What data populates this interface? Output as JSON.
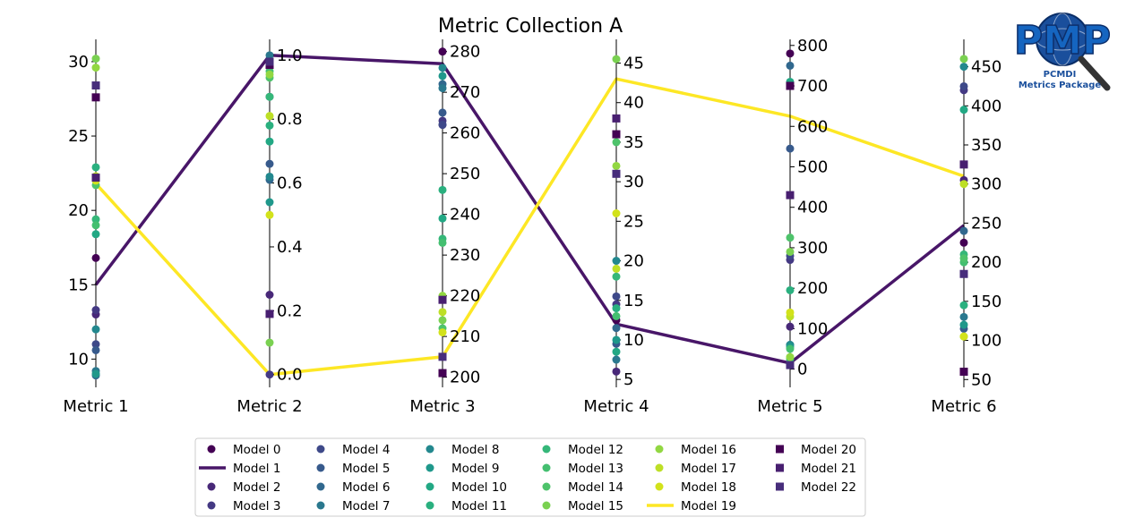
{
  "chart_data": {
    "type": "parallel-coordinates",
    "title": "Metric Collection A",
    "axes": [
      {
        "name": "Metric 1",
        "range": [
          8.1,
          31.5
        ],
        "ticks": [
          10,
          15,
          20,
          25,
          30
        ],
        "tick_labels": [
          "10",
          "15",
          "20",
          "25",
          "30"
        ],
        "side": "left"
      },
      {
        "name": "Metric 2",
        "range": [
          -0.04,
          1.05
        ],
        "ticks": [
          0.0,
          0.2,
          0.4,
          0.6,
          0.8,
          1.0
        ],
        "tick_labels": [
          "0.0",
          "0.2",
          "0.4",
          "0.6",
          "0.8",
          "1.0"
        ],
        "side": "right"
      },
      {
        "name": "Metric 3",
        "range": [
          197.5,
          283
        ],
        "ticks": [
          200,
          210,
          220,
          230,
          240,
          250,
          260,
          270,
          280
        ],
        "tick_labels": [
          "200",
          "210",
          "220",
          "230",
          "240",
          "250",
          "260",
          "270",
          "280"
        ],
        "side": "right"
      },
      {
        "name": "Metric 4",
        "range": [
          4,
          48
        ],
        "ticks": [
          5,
          10,
          15,
          20,
          25,
          30,
          35,
          40,
          45
        ],
        "tick_labels": [
          "5",
          "10",
          "15",
          "20",
          "25",
          "30",
          "35",
          "40",
          "45"
        ],
        "side": "right"
      },
      {
        "name": "Metric 5",
        "range": [
          -45,
          815
        ],
        "ticks": [
          0,
          100,
          200,
          300,
          400,
          500,
          600,
          700,
          800
        ],
        "tick_labels": [
          "0",
          "100",
          "200",
          "300",
          "400",
          "500",
          "600",
          "700",
          "800"
        ],
        "side": "right"
      },
      {
        "name": "Metric 6",
        "range": [
          40,
          485
        ],
        "ticks": [
          50,
          100,
          150,
          200,
          250,
          300,
          350,
          400,
          450
        ],
        "tick_labels": [
          "50",
          "100",
          "150",
          "200",
          "250",
          "300",
          "350",
          "400",
          "450"
        ],
        "side": "right"
      }
    ],
    "series": [
      {
        "name": "Model 0",
        "marker": "circle",
        "color": "#440154",
        "values": [
          16.8,
          0.98,
          280,
          12.5,
          780,
          225
        ]
      },
      {
        "name": "Model 1",
        "marker": "line",
        "color": "#481668",
        "values": [
          15.0,
          1.0,
          277,
          12.0,
          15,
          247
        ]
      },
      {
        "name": "Model 2",
        "marker": "circle",
        "color": "#482878",
        "values": [
          13.0,
          0.25,
          262,
          6.0,
          105,
          305
        ]
      },
      {
        "name": "Model 3",
        "marker": "circle",
        "color": "#443983",
        "values": [
          13.3,
          0.0,
          263,
          14.5,
          270,
          420
        ]
      },
      {
        "name": "Model 4",
        "marker": "circle",
        "color": "#3e4989",
        "values": [
          11.0,
          0.87,
          262,
          15.5,
          280,
          425
        ]
      },
      {
        "name": "Model 5",
        "marker": "circle",
        "color": "#375a8c",
        "values": [
          10.6,
          0.66,
          265,
          9.5,
          545,
          115
        ]
      },
      {
        "name": "Model 6",
        "marker": "circle",
        "color": "#31688e",
        "values": [
          8.9,
          0.61,
          272,
          11.5,
          750,
          240
        ]
      },
      {
        "name": "Model 7",
        "marker": "circle",
        "color": "#2a788e",
        "values": [
          9.2,
          1.0,
          271,
          7.5,
          60,
          130
        ]
      },
      {
        "name": "Model 8",
        "marker": "circle",
        "color": "#23888e",
        "values": [
          12.0,
          0.62,
          276,
          20.0,
          60,
          450
        ]
      },
      {
        "name": "Model 9",
        "marker": "circle",
        "color": "#1f988b",
        "values": [
          9.0,
          0.54,
          274,
          10.0,
          55,
          120
        ]
      },
      {
        "name": "Model 10",
        "marker": "circle",
        "color": "#22a884",
        "values": [
          18.4,
          0.73,
          239,
          8.5,
          710,
          395
        ]
      },
      {
        "name": "Model 11",
        "marker": "circle",
        "color": "#2ab07f",
        "values": [
          22.9,
          0.78,
          246,
          14.0,
          195,
          145
        ]
      },
      {
        "name": "Model 12",
        "marker": "circle",
        "color": "#35b779",
        "values": [
          19.4,
          0.87,
          234,
          18.0,
          25,
          210
        ]
      },
      {
        "name": "Model 13",
        "marker": "circle",
        "color": "#44bf70",
        "values": [
          19.0,
          0.95,
          233,
          13.0,
          50,
          200
        ]
      },
      {
        "name": "Model 14",
        "marker": "circle",
        "color": "#4ec36b",
        "values": [
          21.7,
          0.93,
          212,
          35.0,
          325,
          205
        ]
      },
      {
        "name": "Model 15",
        "marker": "circle",
        "color": "#7ad151",
        "values": [
          30.2,
          0.1,
          214,
          45.5,
          290,
          460
        ]
      },
      {
        "name": "Model 16",
        "marker": "circle",
        "color": "#92d742",
        "values": [
          29.6,
          0.94,
          220,
          32.0,
          30,
          105
        ]
      },
      {
        "name": "Model 17",
        "marker": "circle",
        "color": "#bddf26",
        "values": [
          22.3,
          0.81,
          216,
          19.0,
          130,
          300
        ]
      },
      {
        "name": "Model 18",
        "marker": "circle",
        "color": "#d2e21b",
        "values": [
          22.0,
          0.5,
          211,
          26.0,
          140,
          105
        ]
      },
      {
        "name": "Model 19",
        "marker": "line",
        "color": "#fde725",
        "values": [
          21.8,
          0.0,
          205,
          43.0,
          625,
          310
        ]
      },
      {
        "name": "Model 20",
        "marker": "square",
        "color": "#440154",
        "values": [
          27.6,
          0.97,
          201,
          36.0,
          700,
          60
        ]
      },
      {
        "name": "Model 21",
        "marker": "square",
        "color": "#481f70",
        "values": [
          22.2,
          0.19,
          219,
          38.0,
          430,
          325
        ]
      },
      {
        "name": "Model 22",
        "marker": "square",
        "color": "#472d7b",
        "values": [
          28.4,
          0.98,
          205,
          31.0,
          10,
          185
        ]
      }
    ],
    "grid": false,
    "legend": "bottom"
  },
  "logo": {
    "letters": "PMP",
    "line1": "PCMDI",
    "line2": "Metrics Package"
  }
}
